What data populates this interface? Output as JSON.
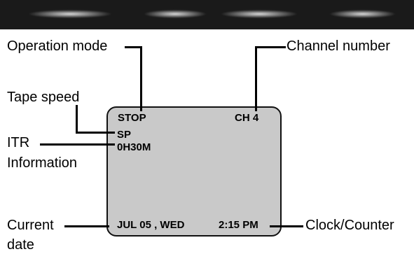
{
  "labels": {
    "operation_mode": "Operation mode",
    "channel_number": "Channel number",
    "tape_speed": "Tape speed",
    "itr_line1": "ITR",
    "itr_line2": "Information",
    "current_line1": "Current",
    "current_line2": "date",
    "clock_counter": "Clock/Counter"
  },
  "osd": {
    "mode": "STOP",
    "channel": "CH  4",
    "speed": "SP",
    "itr": "0H30M",
    "date": "JUL   05 , WED",
    "time": "2:15 PM"
  }
}
